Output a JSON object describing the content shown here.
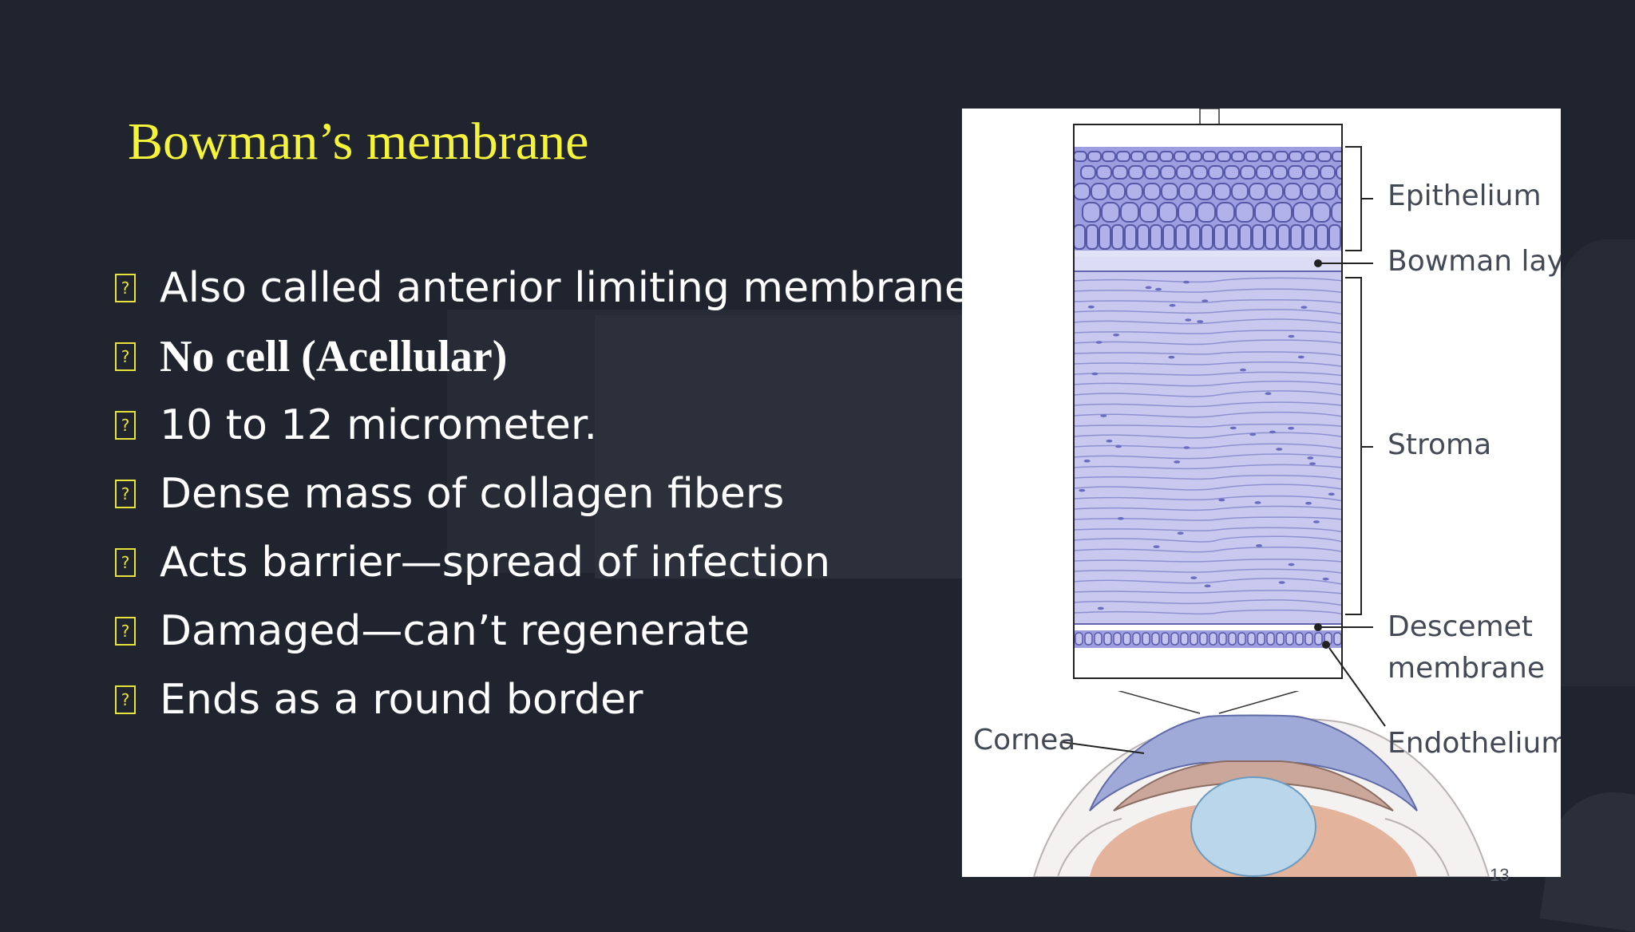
{
  "slide": {
    "title": "Bowman’s membrane",
    "bullet_marker": "?",
    "bullets": [
      {
        "text": "Also called anterior limiting membrane",
        "bold": false
      },
      {
        "text": "No cell (Acellular)",
        "bold": true
      },
      {
        "text": "10 to 12 micrometer.",
        "bold": false
      },
      {
        "text": "Dense mass of collagen fibers",
        "bold": false
      },
      {
        "text": "Acts barrier—spread of infection",
        "bold": false
      },
      {
        "text": "Damaged—can’t regenerate",
        "bold": false
      },
      {
        "text": "Ends as a round border",
        "bold": false
      }
    ],
    "page_number": "13"
  },
  "figure": {
    "labels": {
      "epithelium": "Epithelium",
      "bowman_layer": "Bowman layer",
      "stroma": "Stroma",
      "descemet_line1": "Descemet",
      "descemet_line2": "membrane",
      "endothelium": "Endothelium",
      "cornea": "Cornea"
    }
  },
  "colors": {
    "background": "#20242f",
    "title": "#f6f43a",
    "text": "#ffffff",
    "marker": "#e8e23c",
    "tissue": "#c9c9ef",
    "cell_border": "#5757a8"
  }
}
